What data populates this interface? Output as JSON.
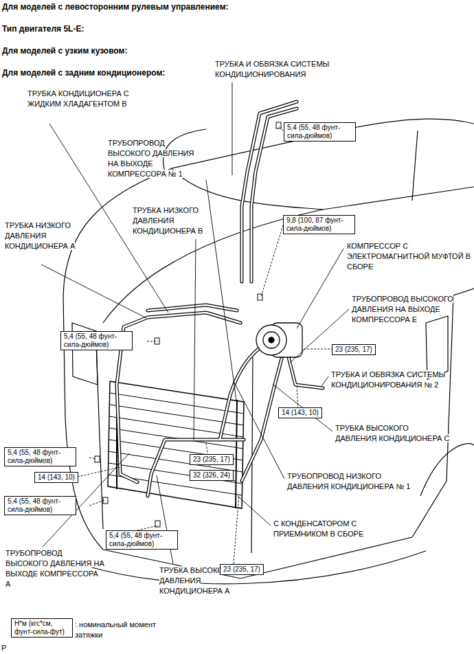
{
  "diagram": {
    "title": "Для моделей с левосторонним рулевым управлением:",
    "nodes": [
      {
        "text": [
          "5,4 (55, 48 фунт-сила-дюймов)"
        ]
      },
      {
        "text": [
          "9,8 (100, 87 фунт-сила-дюймов)"
        ]
      },
      {
        "text": [
          "5,4 (55, 48 фунт-сила-дюймов)"
        ]
      },
      {
        "text": [
          "23 (235, 17)"
        ]
      },
      {
        "text": [
          "14 (143, 10)"
        ]
      },
      {
        "text": [
          "5,4 (55, 48 фунт-сила-дюймов)"
        ]
      },
      {
        "text": [
          "23 (235, 17)"
        ]
      },
      {
        "text": [
          "14 (143, 10)"
        ]
      },
      {
        "text": [
          "32 (326, 24)"
        ]
      },
      {
        "text": [
          "5,4 (55, 48 фунт-сила-дюймов)"
        ]
      },
      {
        "text": [
          "5,4 (55, 48 фунт-сила-дюймов)"
        ]
      },
      {
        "text": [
          "23 (235, 17)"
        ]
      },
      {
        "text": [
          "Н*м (кгс*см, фунт-сила-фут)"
        ]
      }
    ],
    "labels": [
      "Тип двигателя 5L-E:",
      "Для моделей с узким кузовом:",
      "Для моделей с задним кондиционером:",
      "ТРУБКА И ОБВЯЗКА СИСТЕМЫ КОНДИЦИОНИРОВАНИЯ",
      "ТРУБКА КОНДИЦИОНЕРА С ЖИДКИМ ХЛАДАГЕНТОМ В",
      "ТРУБОПРОВОД ВЫСОКОГО ДАВЛЕНИЯ НА ВЫХОДЕ КОМПРЕССОРА № 1",
      "ТРУБКА НИЗКОГО ДАВЛЕНИЯ КОНДИЦИОНЕРА В",
      "ТРУБКА НИЗКОГО ДАВЛЕНИЯ КОНДИЦИОНЕРА А",
      "КОМПРЕССОР С ЭЛЕКТРОМАГНИТНОЙ МУФТОЙ В СБОРЕ",
      "ТРУБОПРОВОД ВЫСОКОГО ДАВЛЕНИЯ НА ВЫХОДЕ КОМПРЕССОРА Е",
      "ТРУБКА И ОБВЯЗКА СИСТЕМЫ КОНДИЦИОНИРОВАНИЯ № 2",
      "ТРУБКА ВЫСОКОГО ДАВЛЕНИЯ КОНДИЦИОНЕРА С",
      "ТРУБОПРОВОД НИЗКОГО ДАВЛЕНИЯ КОНДИЦИОНЕРА № 1",
      "С КОНДЕНСАТОРОМ С ПРИЕМНИКОМ В СБОРЕ",
      "ТРУБОПРОВОД ВЫСОКОГО ДАВЛЕНИЯ НА ВЫХОДЕ КОМПРЕССОРА А",
      "ТРУБКА ВЫСОКОГО ДАВЛЕНИЯ КОНДИЦИОНЕРА А",
      ": номинальный момент затяжки",
      "P"
    ]
  }
}
